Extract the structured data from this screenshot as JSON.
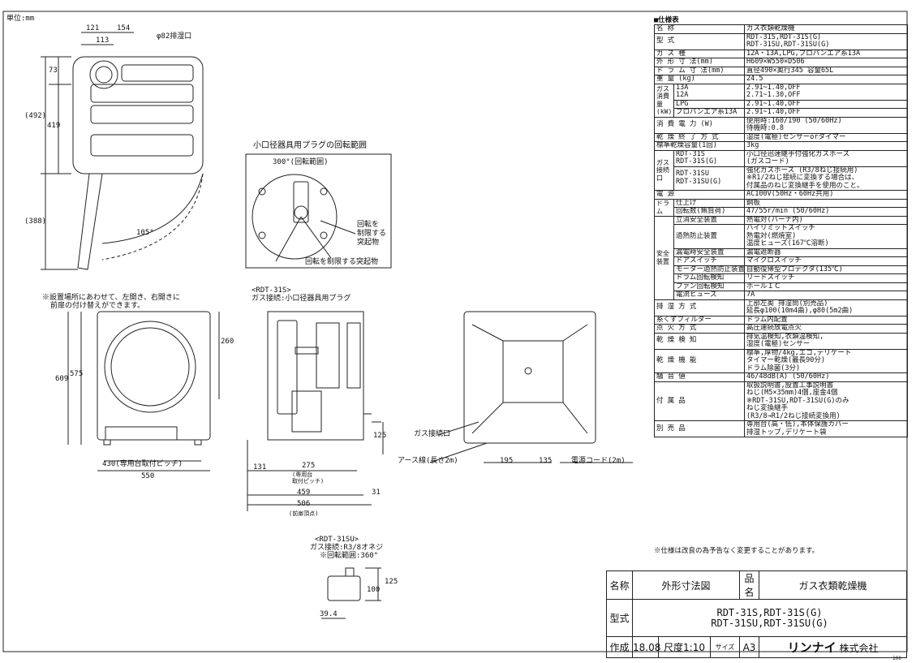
{
  "units": "単位:mm",
  "front_view": {
    "dims": {
      "w121": "121",
      "w154": "154",
      "w113": "113",
      "exhaust": "φ82排湿口",
      "h73": "73",
      "h492": "(492)",
      "h419": "419",
      "h388": "(388)",
      "angle": "105°"
    }
  },
  "plug_box": {
    "title": "小口径器具用プラグの回転範囲",
    "range": "300°(回転範囲)",
    "label_a": [
      "回転を",
      "制限する",
      "突起物"
    ],
    "label_b": "回転を制限する突起物"
  },
  "install_note": [
    "※設置場所にあわせて、左開き、右開きに",
    "前扉の付け替えができます。"
  ],
  "front2": {
    "h260": "260",
    "h609": "609",
    "h575": "575",
    "w430": "430(専用台取付ピッチ)",
    "w550": "550"
  },
  "side": {
    "caption": [
      "<RDT-31S>",
      "ガス接続:小口径器具用プラグ"
    ],
    "h125": "125",
    "w131": "131",
    "w275": "275",
    "note275": [
      "(専用台",
      "取付ピッチ)"
    ],
    "w459": "459",
    "w31": "31",
    "w506": "506",
    "note506": "(前扉頂点)"
  },
  "rear": {
    "gas": "ガス接続口",
    "earth": "アース線(長さ2m)",
    "w195": "195",
    "w135": "135",
    "cord": "電源コード(2m)"
  },
  "su": {
    "caption": [
      "<RDT-31SU>",
      "ガス接続:R3/8オネジ",
      "※回転範囲:360°"
    ],
    "h125": "125",
    "h100": "100",
    "w39": "39.4"
  },
  "spec_table": {
    "title": "■仕様表",
    "rows": [
      [
        "名 称",
        "ガス衣類乾燥機"
      ],
      [
        "型 式",
        "RDT-31S,RDT-31S(G)|RDT-31SU,RDT-31SU(G)"
      ],
      [
        "ガ ス 種",
        "12A・13A,LPG,プロパンエア系13A"
      ],
      [
        "外 形 寸 法(mm)",
        "H609×W550×D506"
      ],
      [
        "ド ラ ム 寸 法(mm)",
        "直径490×奥行345 容量65L"
      ],
      [
        "重 量 (kg)",
        "24.5"
      ]
    ],
    "gas_consumption": {
      "label": "ガス消費量(kW)",
      "rows": [
        [
          "13A|12A",
          "2.91~1.40,OFF|2.71~1.30,OFF"
        ],
        [
          "LPG",
          "2.91~1.40,OFF"
        ],
        [
          "プロパンエア系13A",
          "2.91~1.40,OFF"
        ]
      ]
    },
    "rows2": [
      [
        "消 費 電 力 (W)",
        "使用時:160/190 (50/60Hz)|待機時:0.8"
      ],
      [
        "乾 燥 終 了 方 式",
        "湿度(電極)センサーorタイマー"
      ],
      [
        "標準乾燥容量(1回)",
        "3kg"
      ]
    ],
    "gas_conn": {
      "label": "ガス接続口",
      "rows": [
        [
          "RDT-31S|RDT-31S(G)",
          "小口径迅速継手付強化ガスホース|(ガスコード)"
        ],
        [
          "RDT-31SU|RDT-31SU(G)",
          "強化ガスホース (R3/8ねじ接続用)|※R1/2ねじ接続に変換する場合は、|付属品のねじ変換継手を使用のこと。"
        ]
      ]
    },
    "power": [
      "電 源",
      "AC100V(50Hz・60Hz共用)"
    ],
    "drum": {
      "label": "ドラム",
      "rows": [
        [
          "仕上げ",
          "鋼板"
        ],
        [
          "回転数(無負荷)",
          "47/55r/min (50/60Hz)"
        ]
      ]
    },
    "safety": {
      "label": "安全装置",
      "rows": [
        [
          "立消安全装置",
          "熱電対(バーナ内)"
        ],
        [
          "過熱防止装置",
          "ハイリミットスイッチ|熱電対(燃焼室)|温度ヒューズ(167℃溶断)"
        ],
        [
          "漏電時安全装置",
          "漏電遮断器"
        ],
        [
          "ドアスイッチ",
          "マイクロスイッチ"
        ],
        [
          "モーター過熱防止装置",
          "自動復帰型プロテクタ(135℃)"
        ],
        [
          "ドラム回転検知",
          "リードスイッチ"
        ],
        [
          "ファン回転検知",
          "ホールＩＣ"
        ],
        [
          "電流ヒューズ",
          "7A"
        ]
      ]
    },
    "rows3": [
      [
        "排 湿 方 式",
        "上部左奥 排湿筒(別売品)|延長φ100(10m4曲),φ80(5m2曲)"
      ],
      [
        "糸くずフィルター",
        "ドラム内配置"
      ],
      [
        "点 火 方 式",
        "高圧連続放電点火"
      ],
      [
        "乾 燥 検 知",
        "排気温検知,衣類温検知,|湿度(電極)センサー"
      ],
      [
        "乾 燥 機 能",
        "標準,厚物/4kg,エコ,デリケート|タイマー乾燥(最長90分)|ドラム除菌(3分)"
      ],
      [
        "騒 音 値",
        "46/48dB(A) (50/60Hz)"
      ],
      [
        "付 属 品",
        "取扱説明書,設置工事説明書|ねじ(M5×35mm)4個,座金4個|※RDT-31SU,RDT-31SU(G)のみ|ねじ変換継手|(R3/8→R1/2ねじ接続変換用)"
      ],
      [
        "別 売 品",
        "専用台(高・低),本体保護カバー|排湿トップ,デリケート袋"
      ]
    ]
  },
  "spec_note": "※仕様は改良の為予告なく変更することがあります。",
  "title_block": {
    "name_label": "名称",
    "name_value": "外形寸法図",
    "item_label": "品名",
    "item_value": "ガス衣類乾燥機",
    "model_label": "型式",
    "model_value_1": "RDT-31S,RDT-31S(G)",
    "model_value_2": "RDT-31SU,RDT-31SU(G)",
    "made_label": "作成",
    "made_value": "18.08",
    "scale_label": "尺度",
    "scale_value": "1:10",
    "size_label": "サイズ",
    "size_value": "A3",
    "brand": "リンナイ",
    "company": "株式会社"
  },
  "corner": "100"
}
